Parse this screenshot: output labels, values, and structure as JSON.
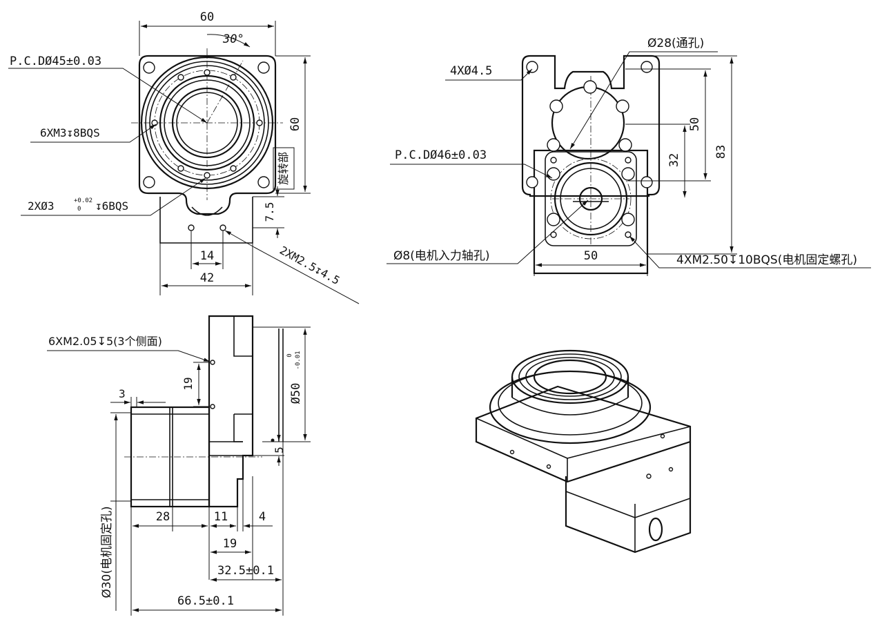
{
  "drawing": {
    "colors": {
      "line": "#111111",
      "paper": "#ffffff"
    },
    "views": {
      "front": {
        "labels": {
          "width": "60",
          "height": "60",
          "angle": "30°",
          "pcd": "P.C.DØ45±0.03",
          "holes6": "6XM3↧8BQS",
          "pins": "2XØ3 ",
          "pins_tol_upper": "+0.02",
          "pins_tol_lower": "0",
          "pins_depth": "↧6BQS",
          "rotating_part": "旋转部",
          "tab_offset": "7.5",
          "hole_spacing": "14",
          "tab_width": "42",
          "tab_holes": "2XM2.5↧4.5"
        }
      },
      "rear": {
        "labels": {
          "corner_holes": "4XØ4.5",
          "through_hole": "Ø28(通孔)",
          "pcd": "P.C.DØ46±0.03",
          "motor_shaft": "Ø8(电机入力轴孔)",
          "motor_screws": "4XM2.50↧10BQS(电机固定螺孔)",
          "width": "50",
          "dim_50": "50",
          "dim_32": "32",
          "dim_83": "83"
        }
      },
      "side": {
        "labels": {
          "side_holes": "6XM2.05↧5(3个侧面)",
          "dim_19_v": "19",
          "dim_3": "3",
          "dia_50": "Ø50",
          "dia_50_tol_upper": "0",
          "dia_50_tol_lower": "-0.01",
          "dim_5": "5",
          "dia_30": "Ø30(电机固定孔)",
          "dim_28": "28",
          "dim_11": "11",
          "dim_4": "4",
          "dim_19_h": "19",
          "dim_32_5": "32.5±0.1",
          "dim_66_5": "66.5±0.1"
        }
      },
      "iso": {
        "labels": {}
      }
    }
  }
}
